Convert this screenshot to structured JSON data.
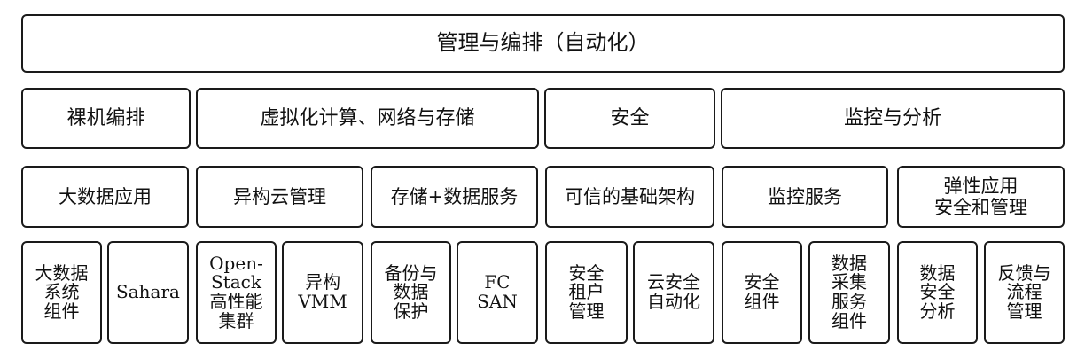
{
  "top": {
    "label": "管理与编排（自动化）"
  },
  "row2": [
    {
      "id": "bare-metal",
      "label": "裸机编排"
    },
    {
      "id": "virtualization",
      "label": "虚拟化计算、网络与存储"
    },
    {
      "id": "security",
      "label": "安全"
    },
    {
      "id": "monitoring-analysis",
      "label": "监控与分析"
    }
  ],
  "row3": [
    {
      "id": "big-data-app",
      "label": "大数据应用"
    },
    {
      "id": "hetero-cloud",
      "label": "异构云管理"
    },
    {
      "id": "storage-data",
      "label": "存储+数据服务"
    },
    {
      "id": "trusted-infra",
      "label": "可信的基础架构"
    },
    {
      "id": "monitoring-service",
      "label": "监控服务"
    },
    {
      "id": "elastic-app",
      "label": "弹性应用\n安全和管理"
    }
  ],
  "row4": [
    {
      "id": "bigdata-components",
      "label": "大数据\n系统\n组件"
    },
    {
      "id": "sahara",
      "label": "Sahara"
    },
    {
      "id": "openstack-hpc",
      "label": "Open-\nStack\n高性能\n集群"
    },
    {
      "id": "hetero-vmm",
      "label": "异构\nVMM"
    },
    {
      "id": "backup",
      "label": "备份与\n数据\n保护"
    },
    {
      "id": "fc-san",
      "label": "FC\nSAN"
    },
    {
      "id": "secure-tenant",
      "label": "安全\n租户\n管理"
    },
    {
      "id": "cloud-sec-auto",
      "label": "云安全\n自动化"
    },
    {
      "id": "sec-components",
      "label": "安全\n组件"
    },
    {
      "id": "data-collection",
      "label": "数据\n采集\n服务\n组件"
    },
    {
      "id": "data-sec-analysis",
      "label": "数据\n安全\n分析"
    },
    {
      "id": "feedback-flow",
      "label": "反馈与\n流程\n管理"
    }
  ]
}
